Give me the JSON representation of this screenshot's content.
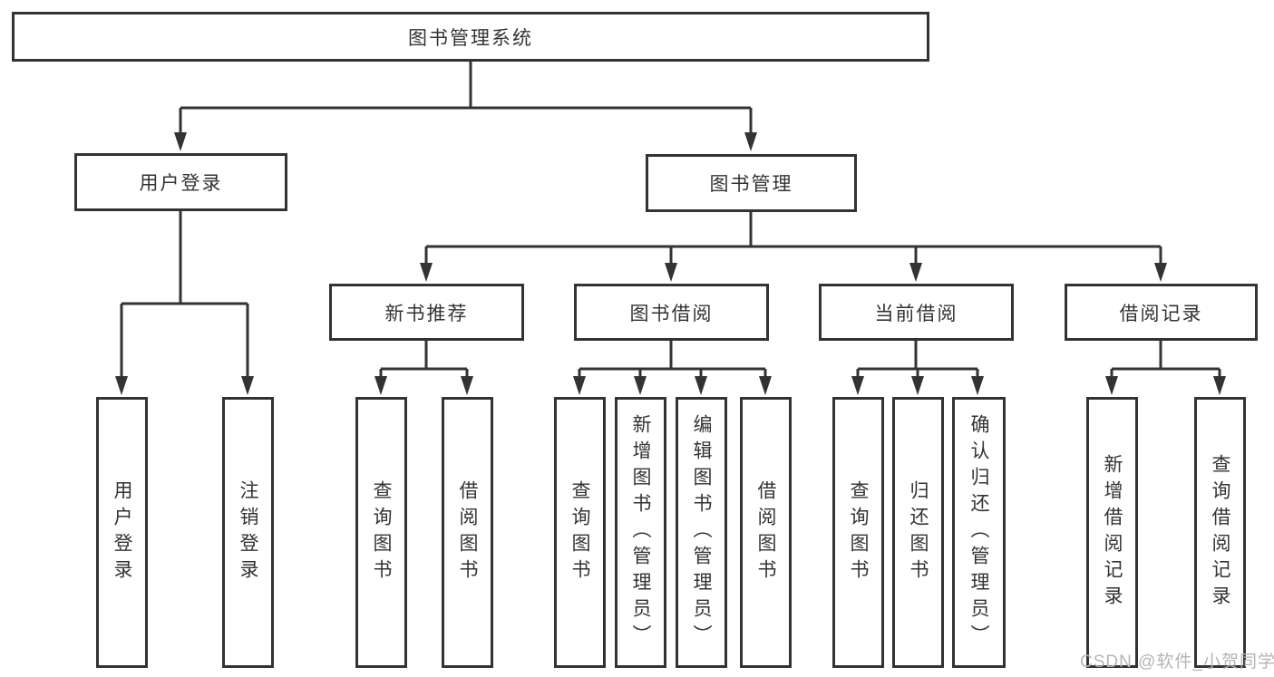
{
  "diagram": {
    "title": "图书管理系统",
    "colors": {
      "line": "#333333",
      "box_border": "#333333",
      "text": "#333333",
      "watermark": "#b5b5b5",
      "background": "#ffffff"
    },
    "tree": {
      "root": {
        "label": "图书管理系统",
        "children": [
          {
            "label": "用户登录",
            "children": [
              {
                "label": "用户登录"
              },
              {
                "label": "注销登录"
              }
            ]
          },
          {
            "label": "图书管理",
            "children": [
              {
                "label": "新书推荐",
                "children": [
                  {
                    "label": "查询图书"
                  },
                  {
                    "label": "借阅图书"
                  }
                ]
              },
              {
                "label": "图书借阅",
                "children": [
                  {
                    "label": "查询图书"
                  },
                  {
                    "label": "新增图书（管理员）"
                  },
                  {
                    "label": "编辑图书（管理员）"
                  },
                  {
                    "label": "借阅图书"
                  }
                ]
              },
              {
                "label": "当前借阅",
                "children": [
                  {
                    "label": "查询图书"
                  },
                  {
                    "label": "归还图书"
                  },
                  {
                    "label": "确认归还（管理员）"
                  }
                ]
              },
              {
                "label": "借阅记录",
                "children": [
                  {
                    "label": "新增借阅记录"
                  },
                  {
                    "label": "查询借阅记录"
                  }
                ]
              }
            ]
          }
        ]
      }
    }
  },
  "watermark": {
    "text": "CSDN @软件_小贺同学"
  }
}
